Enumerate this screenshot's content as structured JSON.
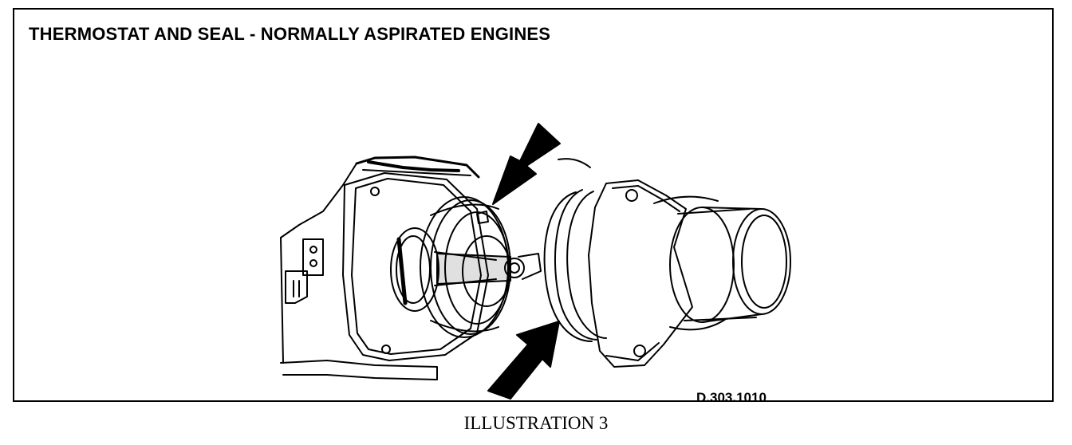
{
  "figure": {
    "title": "THERMOSTAT AND SEAL - NORMALLY ASPIRATED ENGINES",
    "reference_code": "D.303.1010",
    "caption": "ILLUSTRATION 3"
  },
  "components": [
    {
      "id": "engine-housing",
      "label": ""
    },
    {
      "id": "thermostat",
      "label": ""
    },
    {
      "id": "seal",
      "label": ""
    },
    {
      "id": "thermostat-cover",
      "label": ""
    }
  ],
  "callouts": [
    {
      "id": "arrow-thermostat",
      "points_to": "thermostat"
    },
    {
      "id": "arrow-seal",
      "points_to": "seal"
    }
  ],
  "colors": {
    "ink": "#000000",
    "paper": "#ffffff"
  }
}
